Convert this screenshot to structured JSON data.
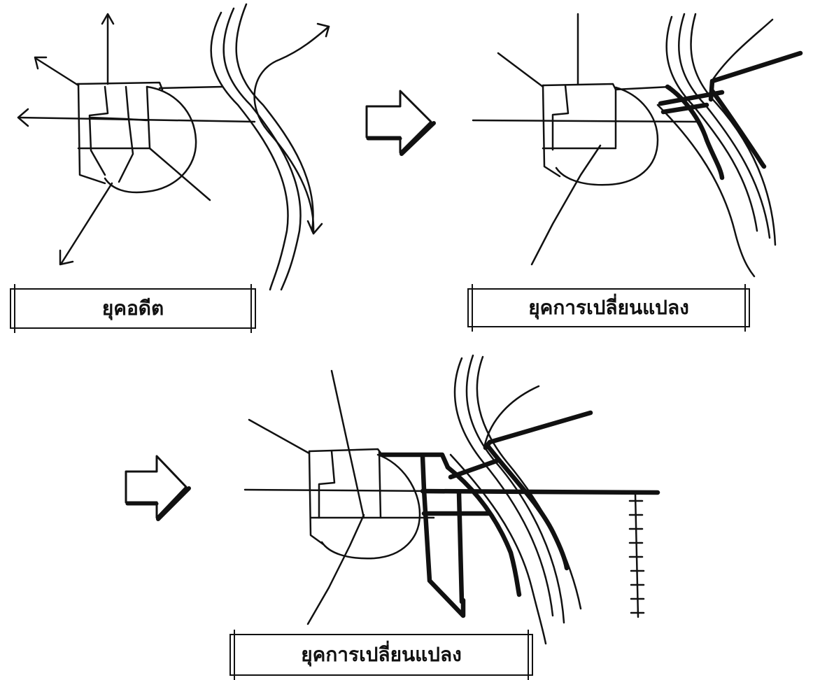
{
  "panels": [
    {
      "id": "past",
      "label": "ยุคอดีต"
    },
    {
      "id": "change-1",
      "label": "ยุคการเปลี่ยนแปลง"
    },
    {
      "id": "change-2",
      "label": "ยุคการเปลี่ยนแปลง"
    }
  ],
  "transition_arrows": 2,
  "colors": {
    "ink": "#111111",
    "background": "#ffffff"
  }
}
